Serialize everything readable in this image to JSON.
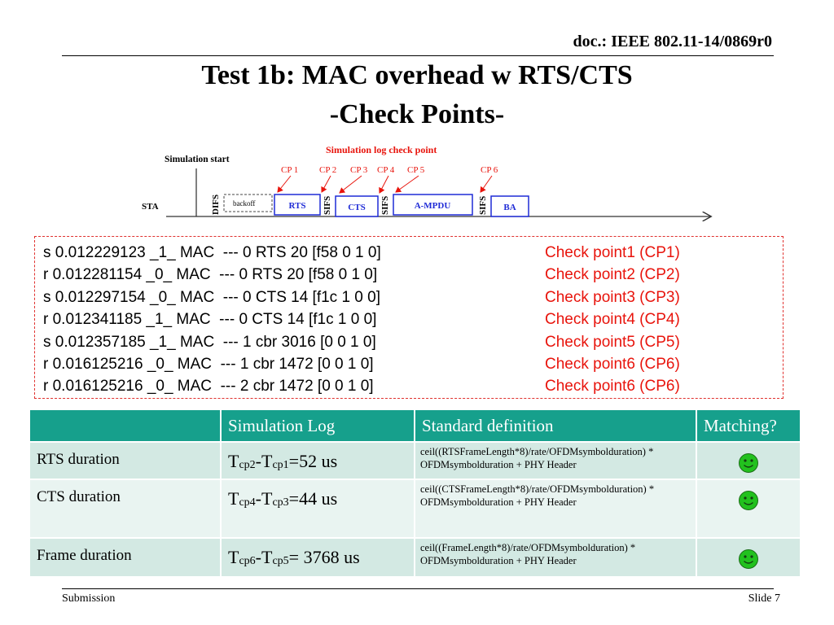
{
  "header": {
    "doc_id": "doc.: IEEE 802.11-14/0869r0",
    "title_line1": "Test 1b:  MAC overhead w RTS/CTS",
    "title_line2": "-Check Points-"
  },
  "diagram": {
    "check_point_title": "Simulation log check point",
    "sim_start_label": "Simulation start",
    "sta_label": "STA",
    "frames": {
      "difs": "DIFS",
      "backoff": "backoff",
      "rts": "RTS",
      "sifs1": "SIFS",
      "cts": "CTS",
      "sifs2": "SIFS",
      "ampdu": "A-MPDU",
      "sifs3": "SIFS",
      "ba": "BA"
    },
    "checkpoints": [
      "CP 1",
      "CP 2",
      "CP 3",
      "CP 4",
      "CP 5",
      "CP 6"
    ]
  },
  "log": {
    "lines": [
      "s 0.012229123 _1_ MAC  --- 0 RTS 20 [f58 0 1 0]",
      "r 0.012281154 _0_ MAC  --- 0 RTS 20 [f58 0 1 0]",
      "s 0.012297154 _0_ MAC  --- 0 CTS 14 [f1c 1 0 0]",
      "r 0.012341185 _1_ MAC  --- 0 CTS 14 [f1c 1 0 0]",
      "s 0.012357185 _1_ MAC  --- 1 cbr 3016 [0 0 1 0]",
      "r 0.016125216 _0_ MAC  --- 1 cbr 1472 [0 0 1 0]",
      "r 0.016125216 _0_ MAC  --- 2 cbr 1472 [0 0 1 0]"
    ],
    "checks": [
      "Check point1 (CP1)",
      "Check point2 (CP2)",
      "Check point3 (CP3)",
      "Check point4 (CP4)",
      "Check point5 (CP5)",
      "Check point6 (CP6)",
      "Check point6 (CP6)"
    ]
  },
  "table": {
    "headers": [
      "",
      "Simulation Log",
      "Standard definition",
      "Matching?"
    ],
    "rows": [
      {
        "name": "RTS duration",
        "log_a": "T",
        "log_a_sub": "cp2",
        "log_dash": "-T",
        "log_b_sub": "cp1",
        "log_value": "=52 us",
        "definition": "ceil((RTSFrameLength*8)/rate/OFDMsymbolduration) * OFDMsymbolduration + PHY Header",
        "match_icon": "smiley-icon"
      },
      {
        "name": "CTS duration",
        "log_a": "T",
        "log_a_sub": "cp4",
        "log_dash": "-T",
        "log_b_sub": "cp3",
        "log_value": "=44 us",
        "definition": "ceil((CTSFrameLength*8)/rate/OFDMsymbolduration) * OFDMsymbolduration + PHY Header",
        "match_icon": "smiley-icon"
      },
      {
        "name": "Frame duration",
        "log_a": "T",
        "log_a_sub": "cp6",
        "log_dash": "-T",
        "log_b_sub": "cp5",
        "log_value": "= 3768 us",
        "definition": "ceil((FrameLength*8)/rate/OFDMsymbolduration) * OFDMsymbolduration + PHY Header",
        "match_icon": "smiley-icon"
      }
    ]
  },
  "footer": {
    "left": "Submission",
    "right": "Slide 7"
  },
  "colors": {
    "accent_red": "#e8140c",
    "frame_blue": "#1f2bd6",
    "table_header": "#16a08c",
    "smiley_green": "#22c11e"
  }
}
